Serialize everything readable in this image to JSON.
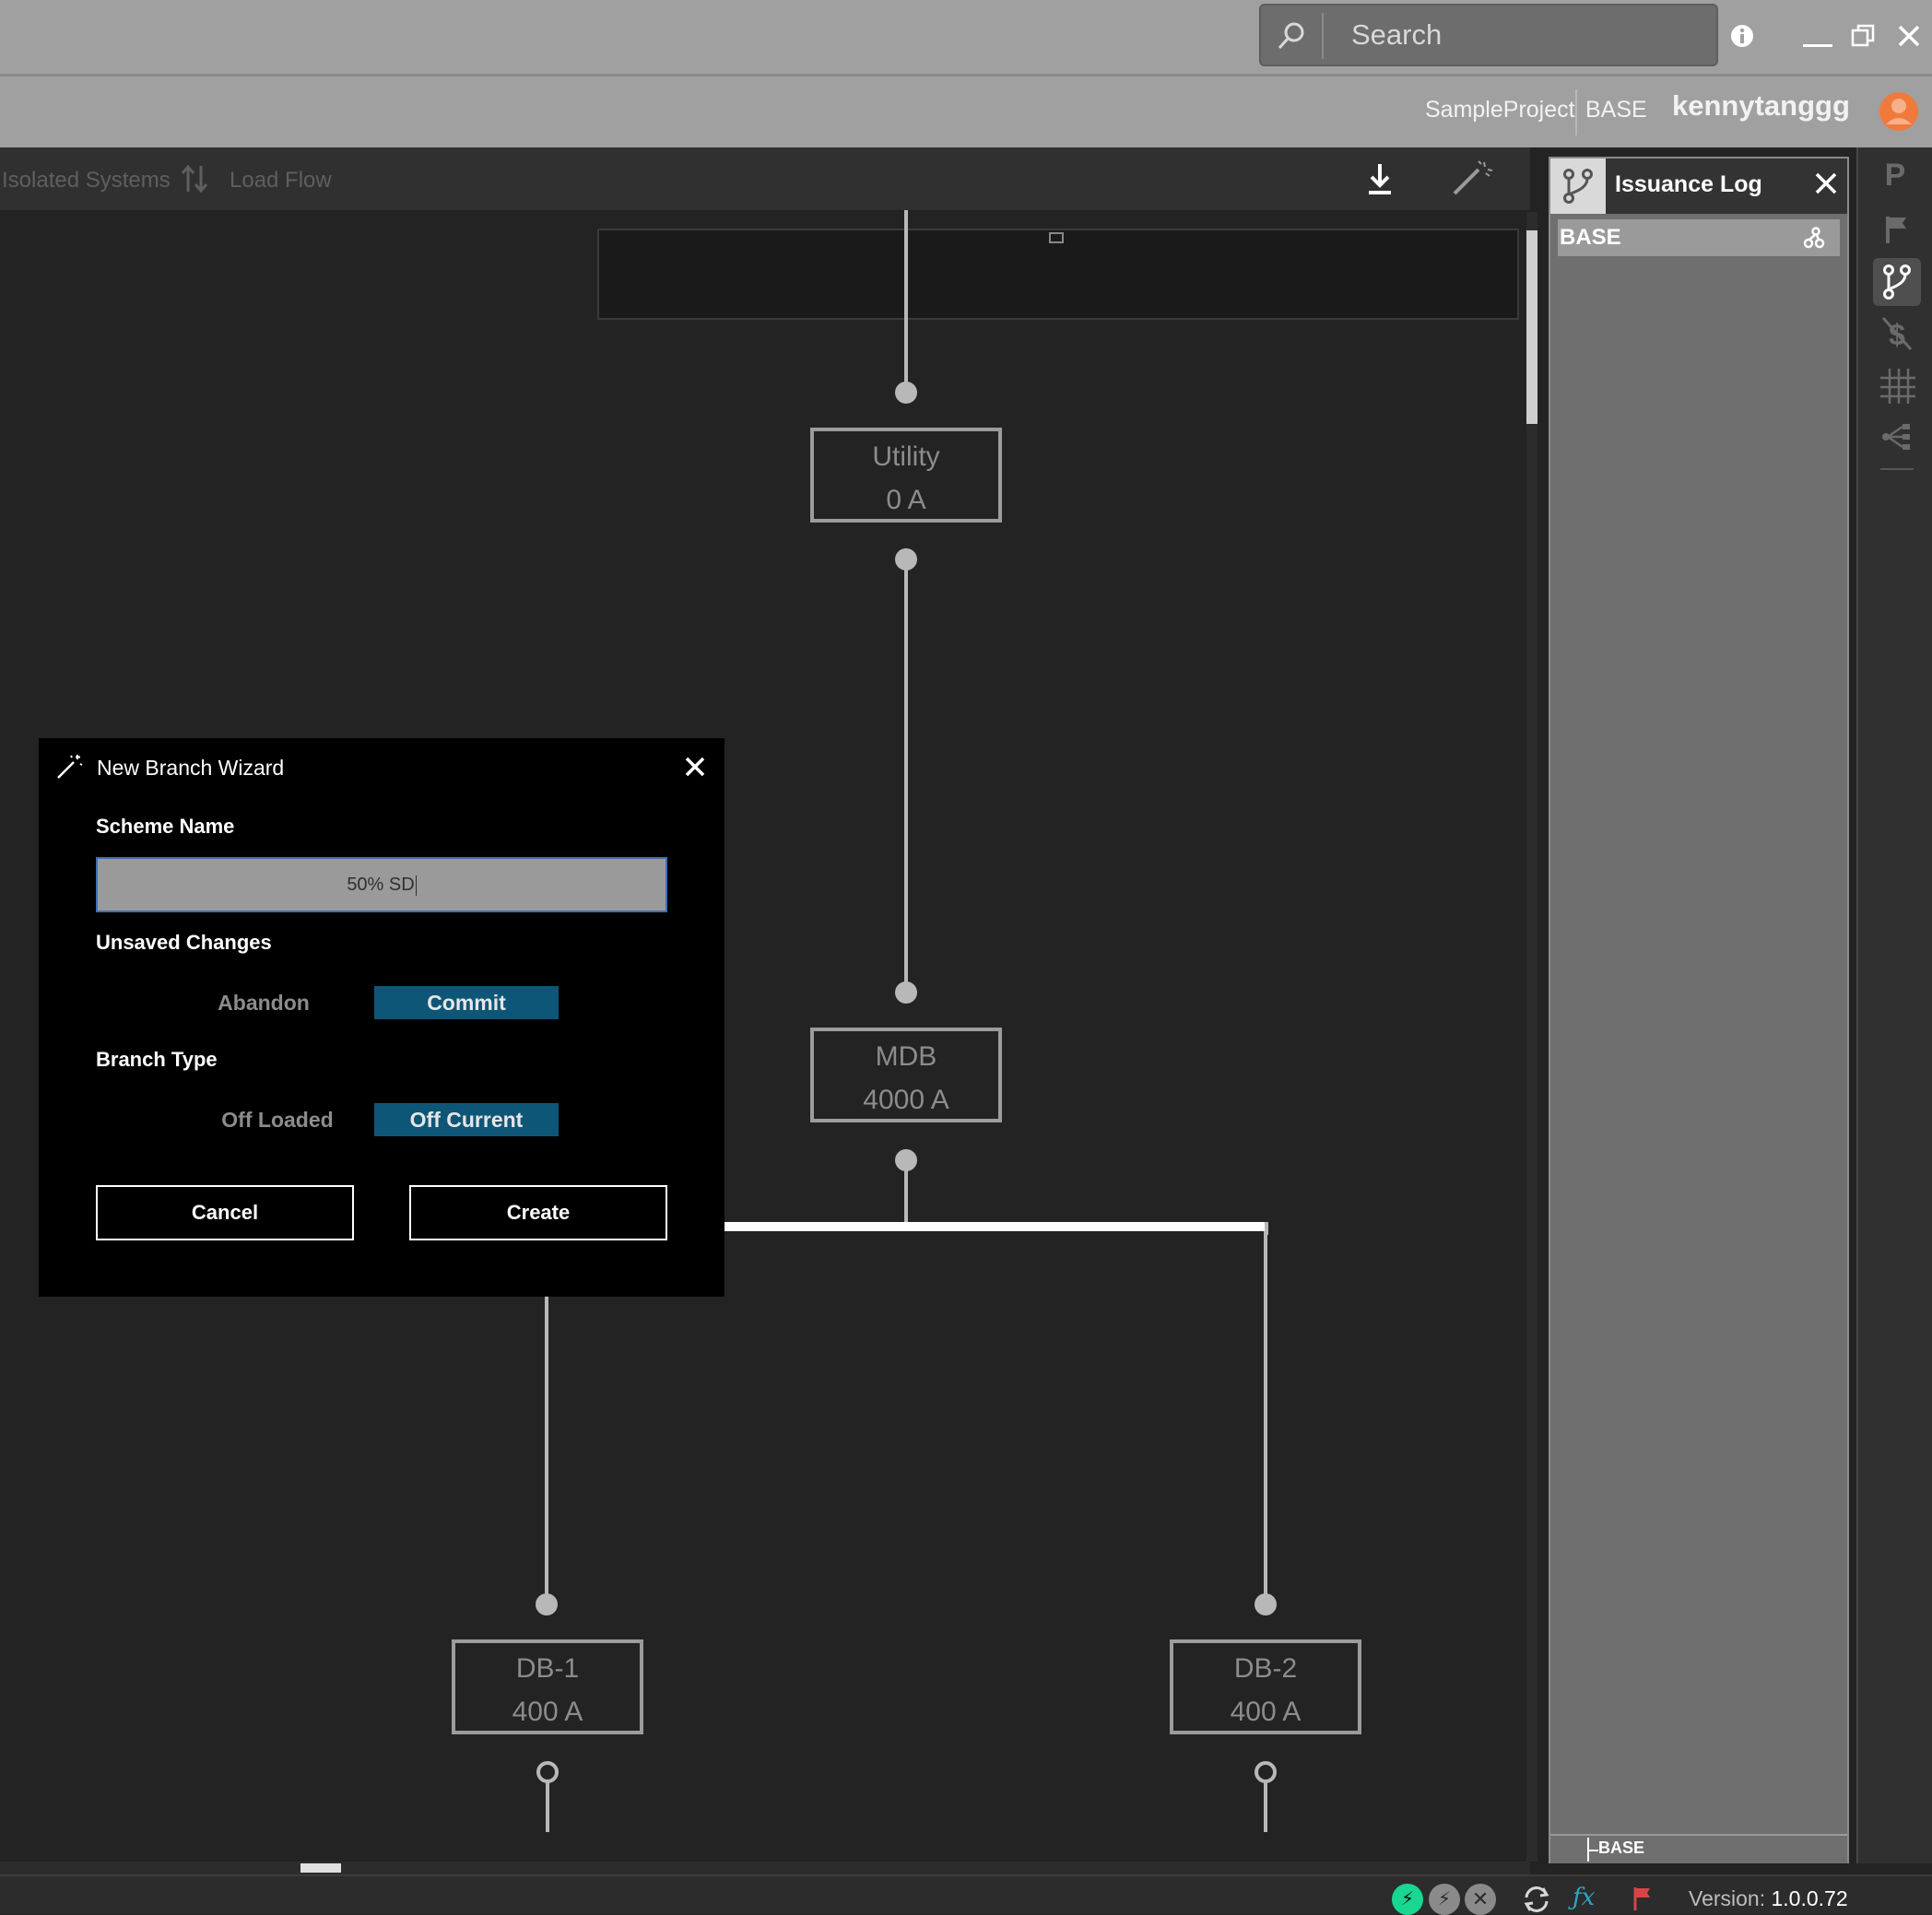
{
  "search": {
    "placeholder": "Search"
  },
  "project": {
    "name": "SampleProject",
    "branch": "BASE",
    "user": "kennytanggg"
  },
  "toolbar": {
    "isolated_systems": "Isolated Systems",
    "load_flow": "Load Flow"
  },
  "diagram": {
    "nodes": [
      {
        "name": "Utility",
        "rating": "0 A"
      },
      {
        "name": "MDB",
        "rating": "4000 A"
      },
      {
        "name": "DB-1",
        "rating": "400 A"
      },
      {
        "name": "DB-2",
        "rating": "400 A"
      }
    ]
  },
  "panel": {
    "title": "Issuance Log",
    "base_item": "BASE",
    "base_tree_label": "BASE"
  },
  "dialog": {
    "title": "New Branch Wizard",
    "scheme_name_label": "Scheme Name",
    "scheme_name_value": "50% SD",
    "unsaved_changes_label": "Unsaved Changes",
    "abandon": "Abandon",
    "commit": "Commit",
    "unsaved_selected": "Commit",
    "branch_type_label": "Branch Type",
    "off_loaded": "Off Loaded",
    "off_current": "Off Current",
    "branch_selected": "Off Current",
    "cancel": "Cancel",
    "create": "Create"
  },
  "status": {
    "version_label": "Version:",
    "version": "1.0.0.72"
  },
  "colors": {
    "accent": "#0e5678",
    "status_ok": "#19d690",
    "user_avatar": "#f07a3c",
    "flag": "#d64545",
    "fx": "#2aa6c8"
  },
  "icons": [
    "search-icon",
    "info-icon",
    "minimize-icon",
    "restore-icon",
    "close-icon",
    "swap-icon",
    "download-icon",
    "magic-wand-icon",
    "branch-icon",
    "branch-nodes-icon",
    "p-icon",
    "flag-icon",
    "no-cost-icon",
    "grid-icon",
    "tree-icon",
    "lightning-icon",
    "refresh-icon",
    "fx-icon"
  ]
}
